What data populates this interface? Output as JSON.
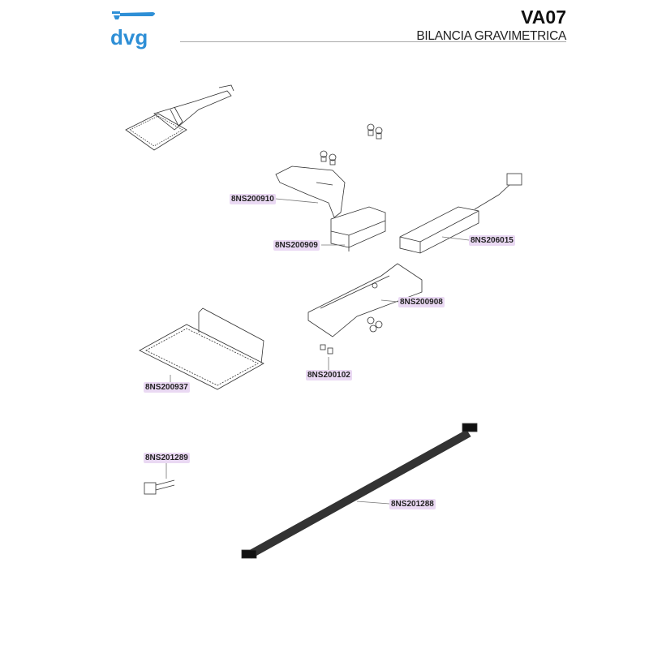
{
  "header": {
    "brand": "dvg",
    "code": "VA07",
    "title": "BILANCIA GRAVIMETRICA"
  },
  "colors": {
    "brand": "#2e8fd6",
    "label_bg": "#ead9f3"
  },
  "parts": [
    {
      "code": "8NS200910"
    },
    {
      "code": "8NS200909"
    },
    {
      "code": "8NS206015"
    },
    {
      "code": "8NS200908"
    },
    {
      "code": "8NS200102"
    },
    {
      "code": "8NS200937"
    },
    {
      "code": "8NS201289"
    },
    {
      "code": "8NS201288"
    }
  ]
}
